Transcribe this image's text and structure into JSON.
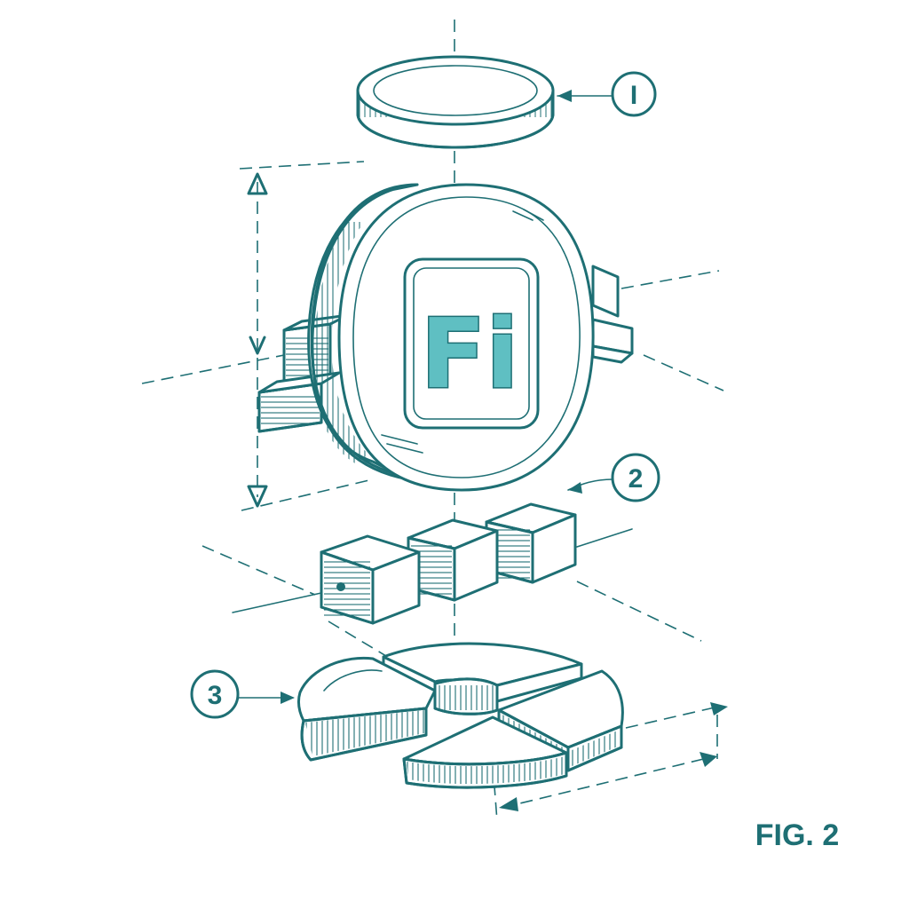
{
  "diagram": {
    "figure_label": "FIG. 2",
    "callouts": [
      {
        "id": "1",
        "label": "I"
      },
      {
        "id": "2",
        "label": "2"
      },
      {
        "id": "3",
        "label": "3"
      }
    ],
    "logo": {
      "text": "Fi"
    },
    "colors": {
      "ink": "#1e6f74",
      "logo_fill": "#5fbfc2",
      "background": "#ffffff"
    }
  }
}
